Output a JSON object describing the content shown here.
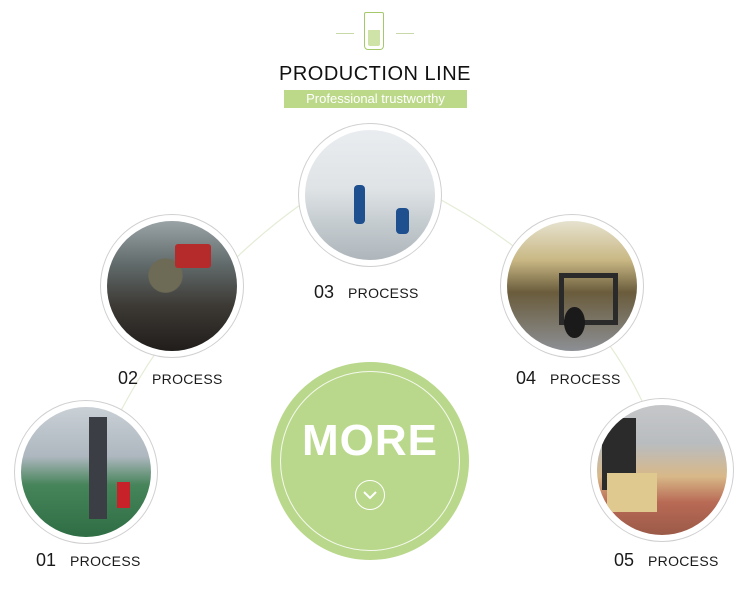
{
  "header": {
    "title": "PRODUCTION LINE",
    "subtitle": "Professional trustworthy",
    "logo_icon": "glass-icon"
  },
  "steps": [
    {
      "number": "01",
      "label": "PROCESS"
    },
    {
      "number": "02",
      "label": "PROCESS"
    },
    {
      "number": "03",
      "label": "PROCESS"
    },
    {
      "number": "04",
      "label": "PROCESS"
    },
    {
      "number": "05",
      "label": "PROCESS"
    }
  ],
  "more": {
    "label": "MORE",
    "icon": "chevron-down-icon"
  },
  "colors": {
    "accent": "#b9d88b",
    "subtitle_bg": "#bcd98a",
    "text": "#1a1a1a"
  }
}
